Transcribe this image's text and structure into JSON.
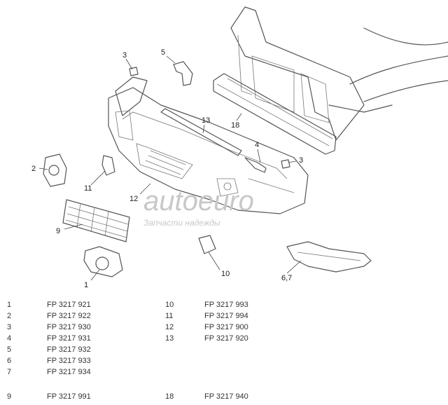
{
  "callouts": {
    "c1": "1",
    "c2": "2",
    "c3a": "3",
    "c3b": "3",
    "c4": "4",
    "c5": "5",
    "c67": "6,7",
    "c9": "9",
    "c10": "10",
    "c11": "11",
    "c12": "12",
    "c13": "13",
    "c18": "18"
  },
  "watermark": {
    "logo": "autoeuro",
    "tagline": "Запчасти надежды"
  },
  "parts_left": [
    {
      "num": "1",
      "code": "FP 3217 921"
    },
    {
      "num": "2",
      "code": "FP 3217 922"
    },
    {
      "num": "3",
      "code": "FP 3217 930"
    },
    {
      "num": "4",
      "code": "FP 3217 931"
    },
    {
      "num": "5",
      "code": "FP 3217 932"
    },
    {
      "num": "6",
      "code": "FP 3217 933"
    },
    {
      "num": "7",
      "code": "FP 3217 934"
    },
    {
      "num": "9",
      "code": "FP 3217 991"
    }
  ],
  "parts_right": [
    {
      "num": "10",
      "code": "FP 3217 993"
    },
    {
      "num": "11",
      "code": "FP 3217 994"
    },
    {
      "num": "12",
      "code": "FP 3217 900"
    },
    {
      "num": "13",
      "code": "FP 3217 920"
    },
    {
      "num": "18",
      "code": "FP 3217 940"
    }
  ]
}
